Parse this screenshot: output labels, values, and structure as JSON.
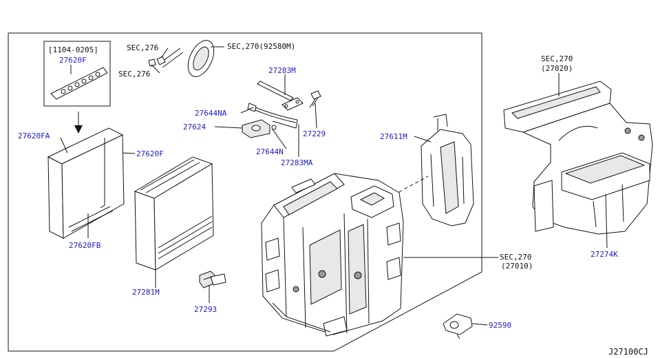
{
  "drawing_number": "J27100CJ",
  "inset": {
    "date_range": "[1104-0205]",
    "part": "27620F"
  },
  "callouts": {
    "c_27620F_top": "27620F",
    "c_27620FA": "27620FA",
    "c_27620F": "27620F",
    "c_27620FB": "27620FB",
    "c_27281M": "27281M",
    "c_27293": "27293",
    "c_27283M": "27283M",
    "c_27644NA": "27644NA",
    "c_27624": "27624",
    "c_27644N": "27644N",
    "c_27283MA": "27283MA",
    "c_27229": "27229",
    "c_27611M": "27611M",
    "c_27274K": "27274K",
    "c_92590": "92590"
  },
  "sections": {
    "s_sec276_a": "SEC,276",
    "s_sec276_b": "SEC,276",
    "s_sec270_92580M": "SEC,270(92580M)",
    "s_sec270_top": "SEC,270",
    "s_27020": "(27020)",
    "s_sec270_mid": "SEC,270",
    "s_27010": "(27010)"
  },
  "colors": {
    "part_number": "#1a1acc",
    "line": "#111111",
    "background": "#ffffff"
  }
}
